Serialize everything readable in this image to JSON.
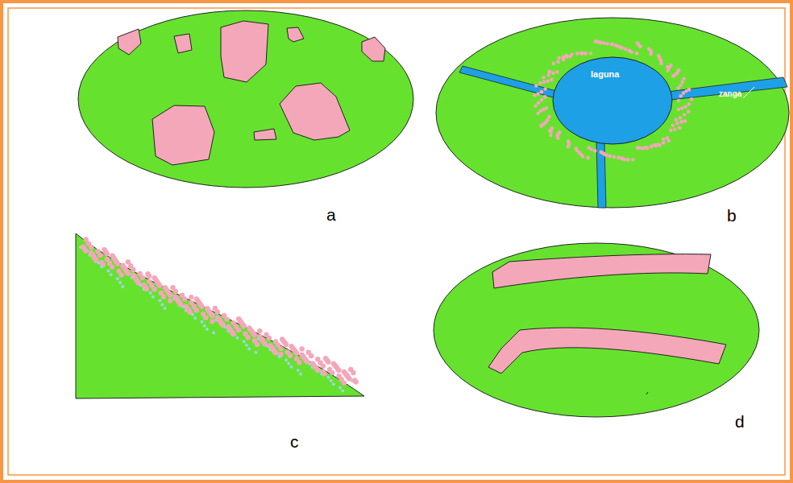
{
  "diagram": {
    "nodes": [
      {
        "text": [
          "laguna"
        ]
      }
    ],
    "labels": [
      "a",
      "zanga",
      "b",
      "c",
      "d"
    ]
  }
}
